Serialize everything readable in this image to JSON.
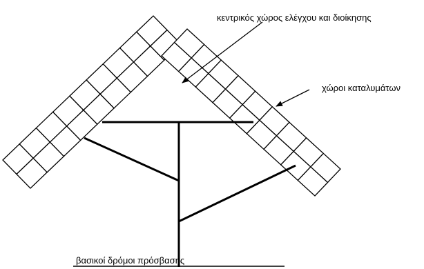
{
  "labels": {
    "control_center": "κεντρικός χώρος ελέγχου και διοίκησης",
    "accommodation": "χώροι καταλυμάτων",
    "access_roads": "βασικοί δρόμοι πρόσβασης"
  },
  "strips": {
    "left": {
      "rows": 2,
      "columns": 9
    },
    "right": {
      "rows": 2,
      "columns": 9
    }
  }
}
